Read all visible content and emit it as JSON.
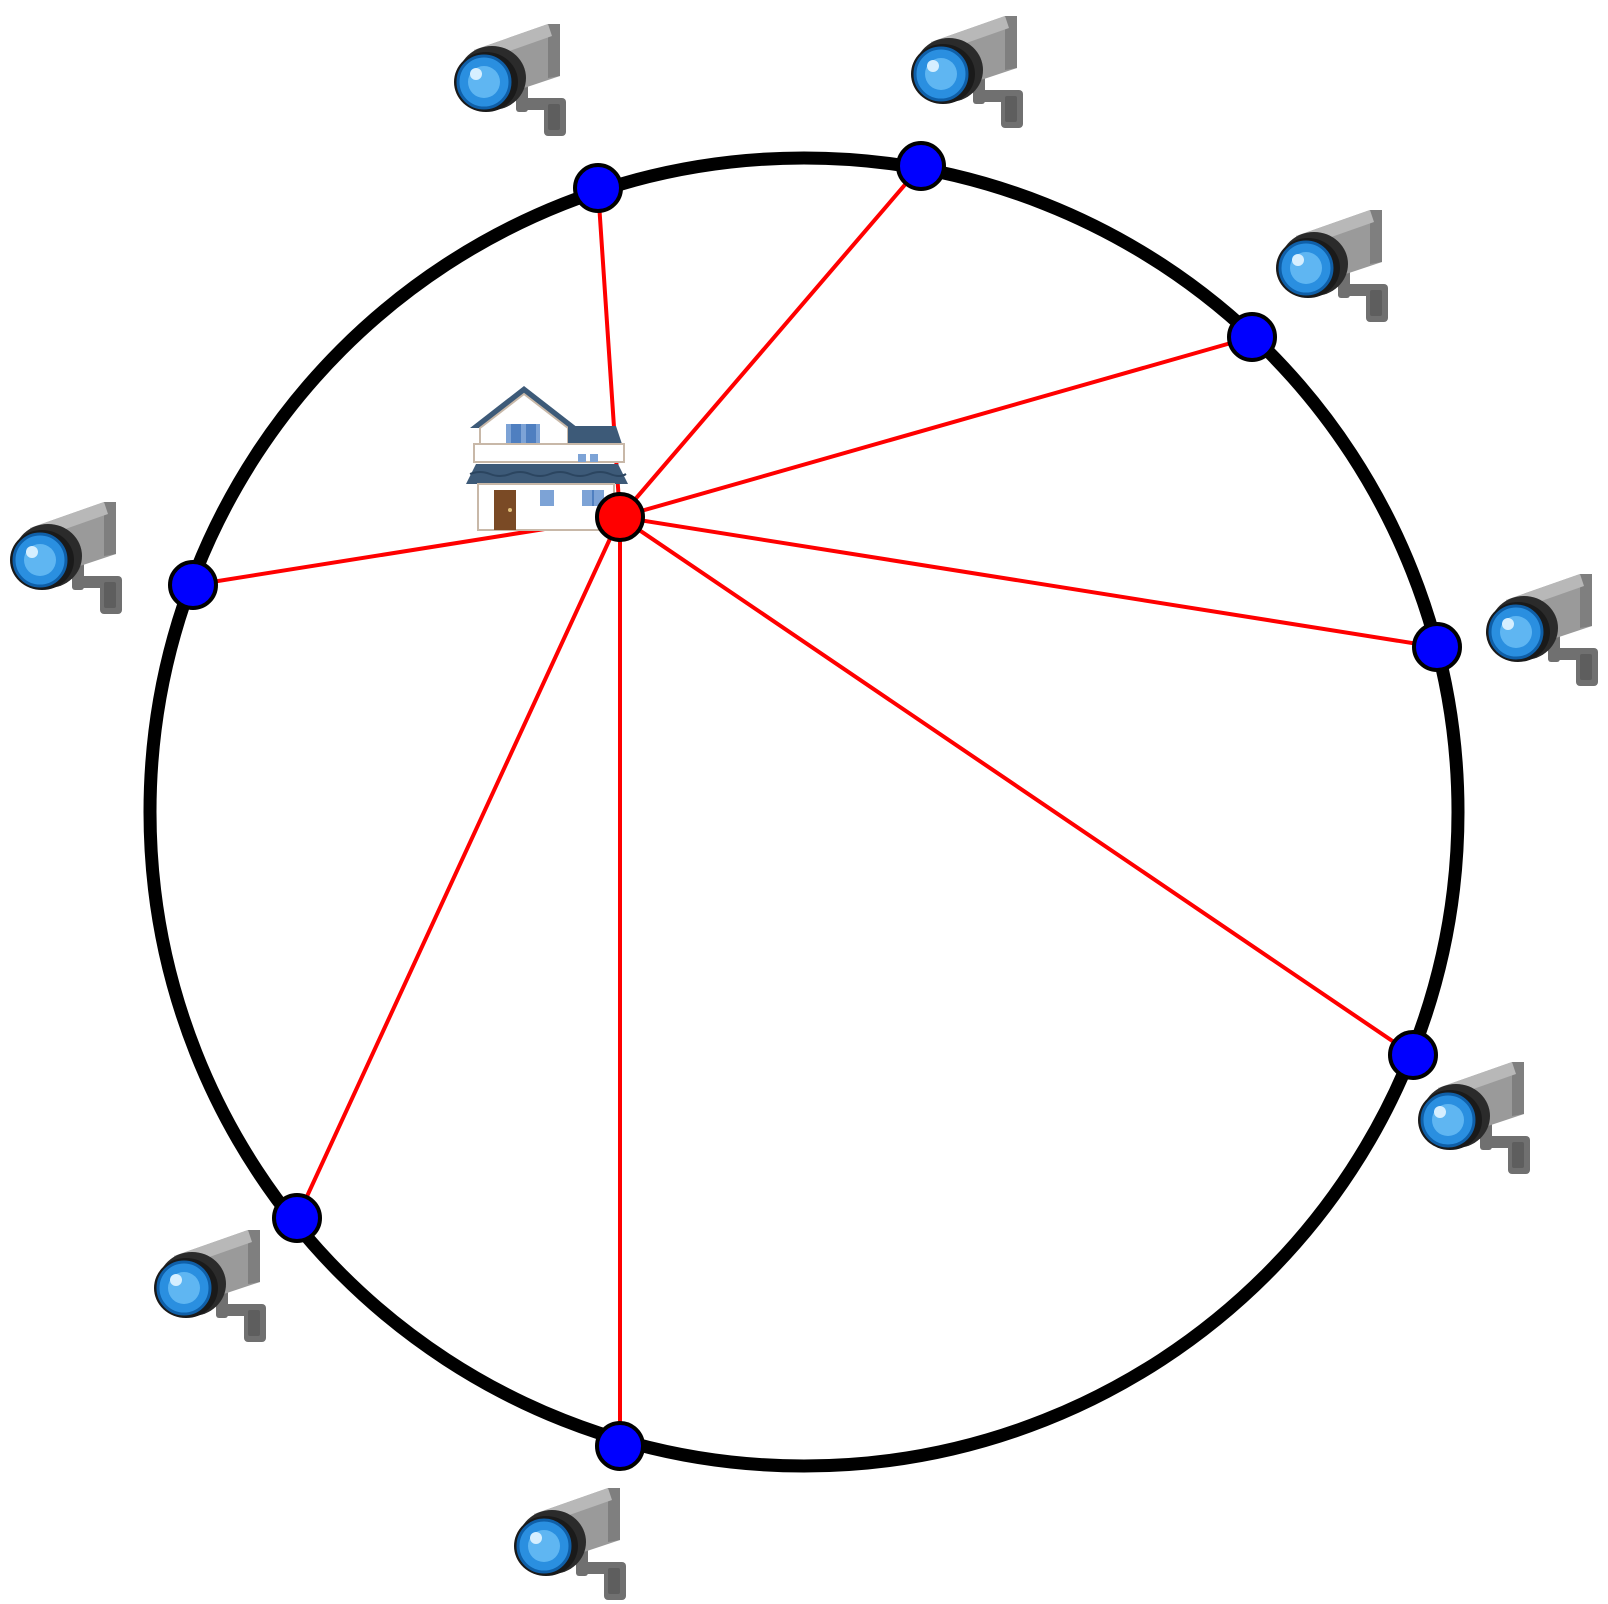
{
  "diagram": {
    "colors": {
      "circle": "#000000",
      "spoke": "#ff0000",
      "camera_node": "#0000ff",
      "center_node": "#ff0000",
      "node_outline": "#000000",
      "camera_body": "#9a9a9a",
      "camera_lens": "#2a8fe0",
      "house_roof": "#3d5a78",
      "house_wall": "#ffffff",
      "house_door": "#7a4a25"
    },
    "center": {
      "icon": "house-icon",
      "role": "house"
    },
    "cameras": [
      {
        "id": "cam-1",
        "icon": "security-camera-icon"
      },
      {
        "id": "cam-2",
        "icon": "security-camera-icon"
      },
      {
        "id": "cam-3",
        "icon": "security-camera-icon"
      },
      {
        "id": "cam-4",
        "icon": "security-camera-icon"
      },
      {
        "id": "cam-5",
        "icon": "security-camera-icon"
      },
      {
        "id": "cam-6",
        "icon": "security-camera-icon"
      },
      {
        "id": "cam-7",
        "icon": "security-camera-icon"
      },
      {
        "id": "cam-8",
        "icon": "security-camera-icon"
      }
    ]
  }
}
